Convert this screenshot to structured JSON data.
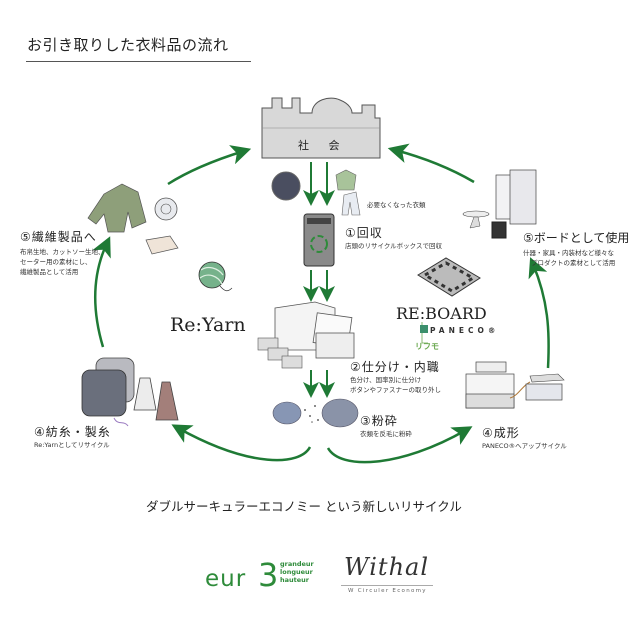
{
  "title": "お引き取りした衣料品の流れ",
  "society": {
    "label": "社 会"
  },
  "unneeded_clothes": "必要なくなった衣類",
  "steps": [
    {
      "title": "①回収",
      "desc": [
        "店頭のリサイクルボックスで回収"
      ]
    },
    {
      "title": "②仕分け・内職",
      "desc": [
        "色分け、国率別に仕分け",
        "ボタンやファスナーの取り外し"
      ]
    },
    {
      "title": "③粉砕",
      "desc": [
        "衣類を反毛に粉砕"
      ]
    },
    {
      "title": "④紡糸・製糸",
      "desc": [
        "Re:Yarnとしてリサイクル"
      ]
    },
    {
      "title": "⑤繊維製品へ",
      "desc": [
        "布帛生地、カットソー生地、",
        "セーター用の素材にし、",
        "繊維製品として活用"
      ]
    },
    {
      "title": "④成形",
      "desc": [
        "PANECO®へアップサイクル"
      ]
    },
    {
      "title": "⑤ボードとして使用",
      "desc": [
        "什器・家具・内装材など様々な",
        "プロダクトの素材として活用"
      ]
    }
  ],
  "brands": {
    "reyarn": "Re:Yarn",
    "reboard": "RE:BOARD",
    "paneco": "PANECO®",
    "rimo": "リフモ"
  },
  "tagline": "ダブルサーキュラーエコノミー という新しいリサイクル",
  "footer": {
    "eur": "eur",
    "eur3": "3",
    "eur_sub": [
      "grandeur",
      "longueur",
      "hauteur"
    ],
    "withal": "Withal",
    "withal_sub": "W Circuler Economy"
  },
  "colors": {
    "arrow": "#1f7a35",
    "brand_green": "#2e8b3a",
    "text": "#222222"
  }
}
